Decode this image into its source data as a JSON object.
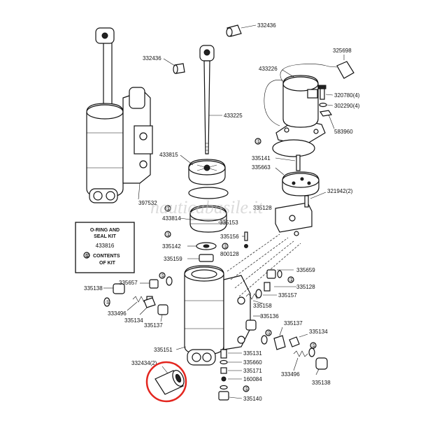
{
  "watermark": "nauticabasile.it",
  "kit": {
    "title_line1": "O-RING AND",
    "title_line2": "SEAL KIT",
    "kit_number": "433816",
    "note_symbol": "①",
    "note_line1": "CONTENTS",
    "note_line2": "OF KIT"
  },
  "circle_marker": "①",
  "parts": {
    "p332436_top": "332436",
    "p332436_left": "332436",
    "p325698": "325698",
    "p433226": "433226",
    "p320780": "320780(4)",
    "p302290": "302290(4)",
    "p583960": "583960",
    "p433225": "433225",
    "p433815": "433815",
    "p335141": "335141",
    "p335663": "335663",
    "p321942": "321942(2)",
    "p397532": "397532",
    "p335153": "335153",
    "p433814": "433814",
    "p335142": "335142",
    "p335156": "335156",
    "p800128": "800128",
    "p335159": "335159",
    "p335659": "335659",
    "p335657": "335657",
    "p335128": "335128",
    "p335138_left": "335138",
    "p335157": "335157",
    "p335158": "335158",
    "p333496_left": "333496",
    "p335134_left": "335134",
    "p335137_left": "335137",
    "p335136": "335136",
    "p335137_right": "335137",
    "p335134_right": "335134",
    "p335151": "335151",
    "p335131": "335131",
    "p332434": "332434(2)",
    "p335660": "335660",
    "p335171": "335171",
    "p160084": "160084",
    "p335140": "335140",
    "p333496_right": "333496",
    "p335138_right": "335138"
  },
  "highlight_color": "#e3261f"
}
